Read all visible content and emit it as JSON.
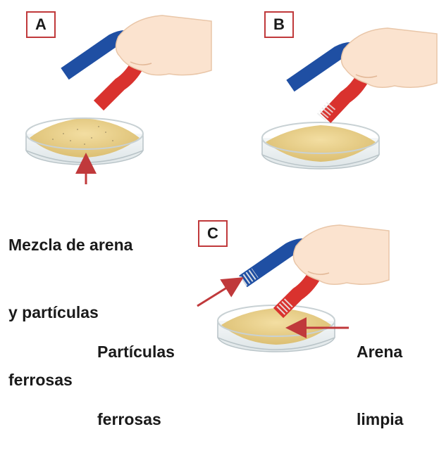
{
  "panels": [
    {
      "label": "A"
    },
    {
      "label": "B"
    },
    {
      "label": "C"
    }
  ],
  "captions": {
    "mixture": [
      "Mezcla de arena",
      "y partículas",
      "ferrosas"
    ],
    "iron_particles": [
      "Partículas",
      "ferrosas"
    ],
    "clean_sand": [
      "Arena",
      "limpia"
    ]
  },
  "colors": {
    "label_border": "#c0393b",
    "arrow": "#c0393b",
    "magnet_red": "#d9322e",
    "magnet_blue": "#1f4fa3",
    "sand": "#e8d08a",
    "skin": "#fbe3cf"
  }
}
